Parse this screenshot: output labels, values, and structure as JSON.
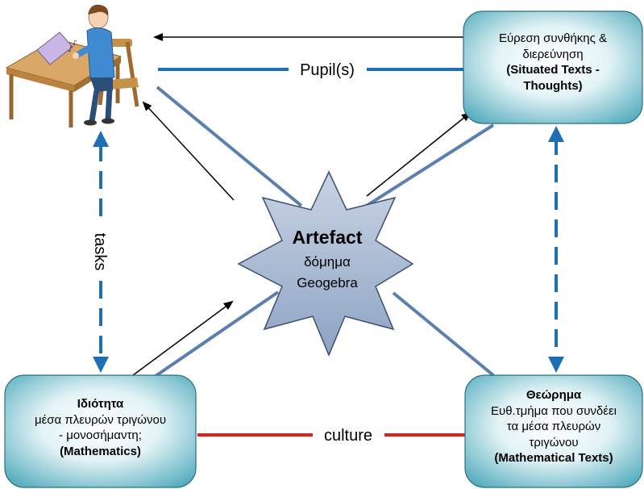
{
  "top_right_box": {
    "line1": "Εύρεση συνθήκης &",
    "line2": "διερεύνηση",
    "line3": "(Situated Texts  -",
    "line4": "Thoughts)"
  },
  "bottom_left_box": {
    "line1": "Ιδιότητα",
    "line2": "μέσα πλευρών τριγώνου",
    "line3": "- μονοσήμαντη;",
    "line4": "(Mathematics)"
  },
  "bottom_right_box": {
    "line1": "Θεώρημα",
    "line2": "Ευθ.τμήμα που συνδέει",
    "line3": "τα μέσα πλευρών",
    "line4": "τριγώνου",
    "line5": "(Mathematical Texts)"
  },
  "center_star": {
    "title": "Artefact",
    "line1": "δόμημα",
    "line2": "Geogebra"
  },
  "edges": {
    "top": "Pupil(s)",
    "left": "tasks",
    "bottom": "culture"
  },
  "colors": {
    "box_fill_dark": "#5fb3c2",
    "box_fill_light": "#e8f6f8",
    "blue_line": "#1f6fb5",
    "steel_line": "#5b7fae",
    "red_line": "#e0201b",
    "star_fill": "#aabbd4"
  },
  "icons": {
    "pupil": "child-at-desk-illustration"
  }
}
